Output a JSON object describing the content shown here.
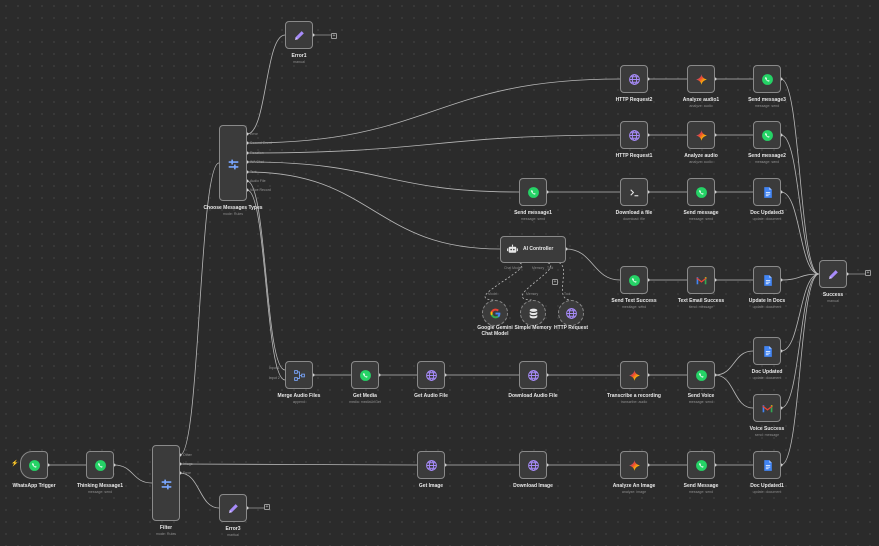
{
  "canvas": {
    "background": "#2b2b2b",
    "accent_purple": "#a78bfa",
    "whatsapp_green": "#25d366",
    "gemini_colors": [
      "#4285f4",
      "#ea4335",
      "#fbbc04",
      "#34a853"
    ]
  },
  "nodes": {
    "whatsapp_trigger": {
      "label": "WhatsApp Trigger",
      "sub": "",
      "icon": "whatsapp-icon"
    },
    "thinking_message": {
      "label": "Thinking Message1",
      "sub": "message: send",
      "icon": "whatsapp-icon"
    },
    "filter": {
      "label": "Filter",
      "sub": "mode: Rules",
      "icon": "switch-icon",
      "outputs": [
        "Other",
        "Image",
        "Error"
      ]
    },
    "choose_types": {
      "label": "Choose Messages Types",
      "sub": "mode: Rules",
      "icon": "switch-icon",
      "outputs": [
        "Error",
        "Second Event",
        "Reaction",
        "WA Chat",
        "Text",
        "Audio File",
        "Voice Record"
      ]
    },
    "error1": {
      "label": "Error1",
      "sub": "manual",
      "icon": "pencil-icon"
    },
    "error3": {
      "label": "Error3",
      "sub": "manual",
      "icon": "pencil-icon"
    },
    "http_request2": {
      "label": "HTTP Request2",
      "sub": "",
      "icon": "globe-icon"
    },
    "analyze_audio1": {
      "label": "Analyze audio1",
      "sub": "analyze: audio",
      "icon": "gemini-icon"
    },
    "send_message3": {
      "label": "Send message3",
      "sub": "message: send",
      "icon": "whatsapp-icon"
    },
    "http_request1": {
      "label": "HTTP Request1",
      "sub": "",
      "icon": "globe-icon"
    },
    "analyze_audio": {
      "label": "Analyze audio",
      "sub": "analyze: audio",
      "icon": "gemini-icon"
    },
    "send_message2": {
      "label": "Send message2",
      "sub": "message: send",
      "icon": "whatsapp-icon"
    },
    "send_message1": {
      "label": "Send message1",
      "sub": "message: send",
      "icon": "whatsapp-icon"
    },
    "download_file": {
      "label": "Download a file",
      "sub": "download: file",
      "icon": "terminal-icon"
    },
    "send_message": {
      "label": "Send message",
      "sub": "message: send",
      "icon": "whatsapp-icon"
    },
    "doc_updated3": {
      "label": "Doc Updated3",
      "sub": "update: document",
      "icon": "docs-icon"
    },
    "ai_controller": {
      "label": "AI Controller",
      "icon": "robot-icon",
      "ports": [
        "Chat Model*",
        "Memory",
        "Tool"
      ]
    },
    "gemini_model": {
      "label": "Google Gemini Chat Model",
      "port": "Model",
      "icon": "google-icon"
    },
    "simple_memory": {
      "label": "Simple Memory",
      "port": "Memory",
      "icon": "database-icon"
    },
    "http_request": {
      "label": "HTTP Request",
      "port": "Tool",
      "icon": "globe-icon"
    },
    "send_text_success": {
      "label": "Send Text Success",
      "sub": "message: send",
      "icon": "whatsapp-icon"
    },
    "text_email_success": {
      "label": "Text Email Success",
      "sub": "send: message",
      "icon": "gmail-icon"
    },
    "update_in_docs": {
      "label": "Update In Docs",
      "sub": "update: document",
      "icon": "docs-icon"
    },
    "success": {
      "label": "Success",
      "sub": "manual",
      "icon": "pencil-icon"
    },
    "merge_audio": {
      "label": "Merge Audio Files",
      "sub": "append",
      "icon": "merge-icon",
      "inputs": [
        "Input 1",
        "Input 2"
      ]
    },
    "get_media": {
      "label": "Get Media",
      "sub": "media: mediaUrlGet",
      "icon": "whatsapp-icon"
    },
    "get_audio_file": {
      "label": "Get Audio File",
      "sub": "",
      "icon": "globe-icon"
    },
    "download_audio_file": {
      "label": "Download Audio File",
      "sub": "",
      "icon": "globe-icon"
    },
    "transcribe": {
      "label": "Transcribe a recording",
      "sub": "transcribe: audio",
      "icon": "gemini-icon"
    },
    "send_voice": {
      "label": "Send Voice",
      "sub": "message: send",
      "icon": "whatsapp-icon"
    },
    "doc_updated": {
      "label": "Doc Updated",
      "sub": "update: document",
      "icon": "docs-icon"
    },
    "voice_success": {
      "label": "Voice Success",
      "sub": "send: message",
      "icon": "gmail-icon"
    },
    "get_image": {
      "label": "Get Image",
      "sub": "",
      "icon": "globe-icon"
    },
    "download_image": {
      "label": "Download Image",
      "sub": "",
      "icon": "globe-icon"
    },
    "analyze_image": {
      "label": "Analyze An Image",
      "sub": "analyze: image",
      "icon": "gemini-icon"
    },
    "send_message_img": {
      "label": "Send Message",
      "sub": "message: send",
      "icon": "whatsapp-icon"
    },
    "doc_updated1": {
      "label": "Doc Updated1",
      "sub": "update: document",
      "icon": "docs-icon"
    }
  },
  "plus_symbol": "+",
  "trigger_symbol": "⚡"
}
